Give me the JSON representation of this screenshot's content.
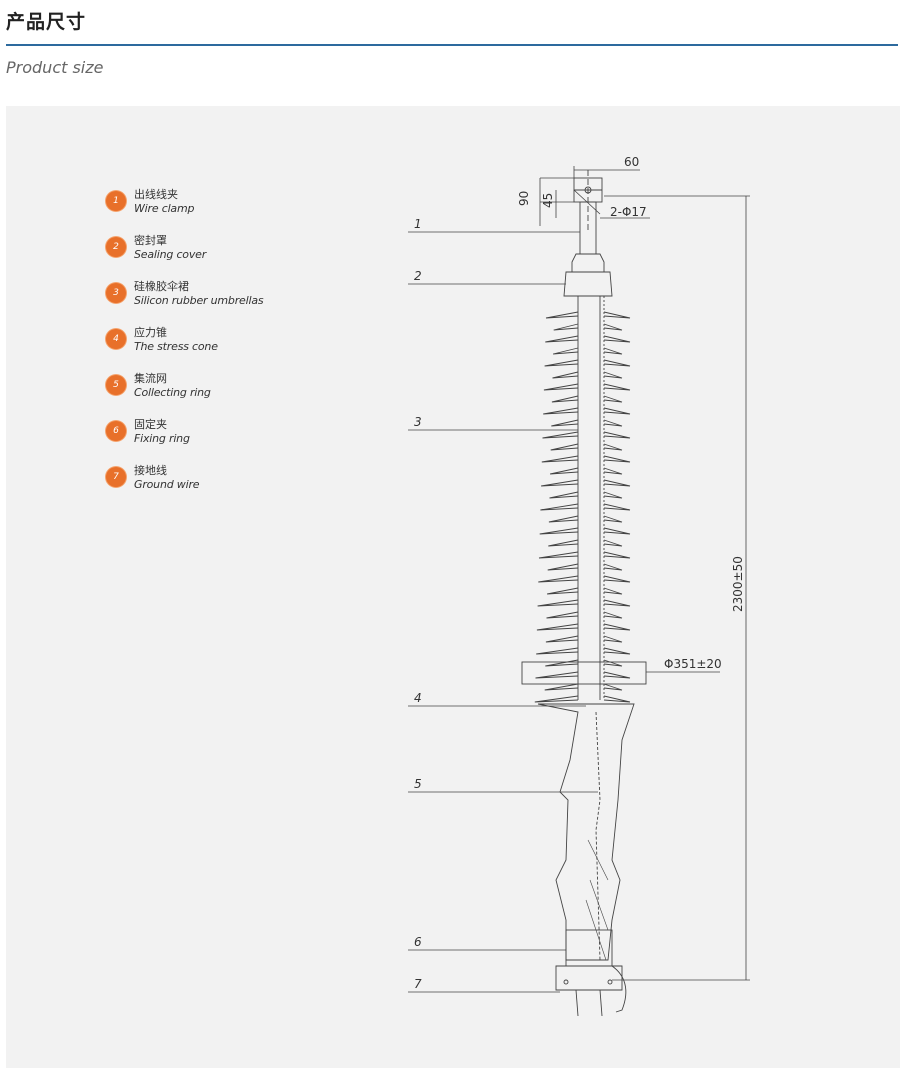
{
  "header": {
    "title": "产品尺寸",
    "subtitle": "Product size"
  },
  "legend": [
    {
      "num": "1",
      "cn": "出线线夹",
      "en": "Wire clamp"
    },
    {
      "num": "2",
      "cn": "密封罩",
      "en": "Sealing cover"
    },
    {
      "num": "3",
      "cn": "硅橡胶伞裙",
      "en": "Silicon rubber umbrellas"
    },
    {
      "num": "4",
      "cn": "应力锥",
      "en": "The stress cone"
    },
    {
      "num": "5",
      "cn": "集流网",
      "en": "Collecting ring"
    },
    {
      "num": "6",
      "cn": "固定夹",
      "en": "Fixing ring"
    },
    {
      "num": "7",
      "cn": "接地线",
      "en": "Ground wire"
    }
  ],
  "drawing": {
    "callouts": [
      "1",
      "2",
      "3",
      "4",
      "5",
      "6",
      "7"
    ],
    "dim_top_width": "60",
    "dim_left_90": "90",
    "dim_left_45": "45",
    "dim_holes": "2-Φ17",
    "dim_diameter": "Φ351±20",
    "dim_height": "2300±50"
  },
  "colors": {
    "header_rule": "#2d6a9e",
    "badge": "#e8702a",
    "panel": "#f2f2f2",
    "line": "#444444"
  }
}
